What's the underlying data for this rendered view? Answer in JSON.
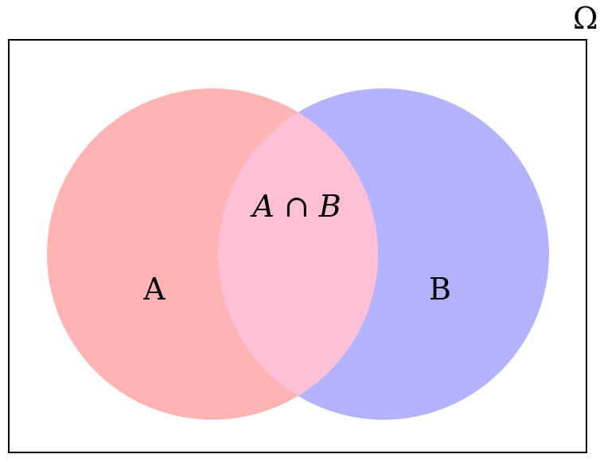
{
  "universe": {
    "label": "Ω"
  },
  "sets": [
    {
      "label": "A",
      "color": "#ffb3b3"
    },
    {
      "label": "B",
      "color": "#b3b3ff"
    }
  ],
  "intersection": {
    "label": "A ∩ B",
    "color": "#ffc0d6"
  }
}
